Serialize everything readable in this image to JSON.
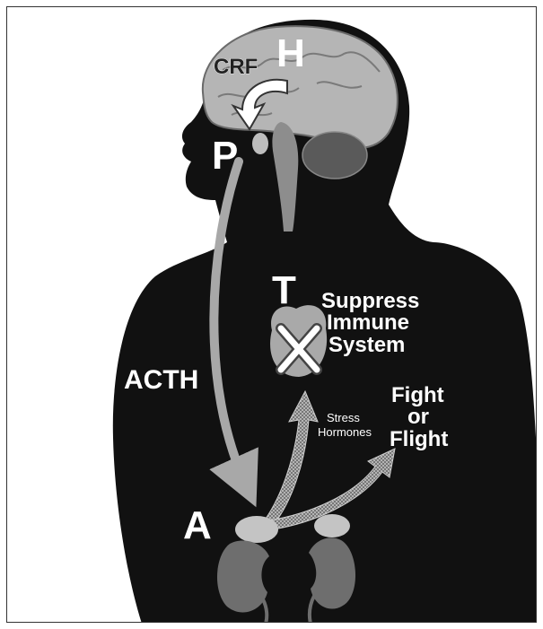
{
  "labels": {
    "hypothalamus": "H",
    "crf": "CRF",
    "pituitary": "P",
    "acth": "ACTH",
    "thymus": "T",
    "suppress": [
      "Suppress",
      "Immune",
      "System"
    ],
    "stress_hormones": [
      "Stress",
      "Hormones"
    ],
    "fight_or_flight": [
      "Fight",
      "or",
      "Flight"
    ],
    "adrenal": "A"
  },
  "colors": {
    "silhouette": "#111111",
    "brain": "#b5b5b5",
    "acth_arrow": "#a8a8a8",
    "text": "#ffffff"
  }
}
